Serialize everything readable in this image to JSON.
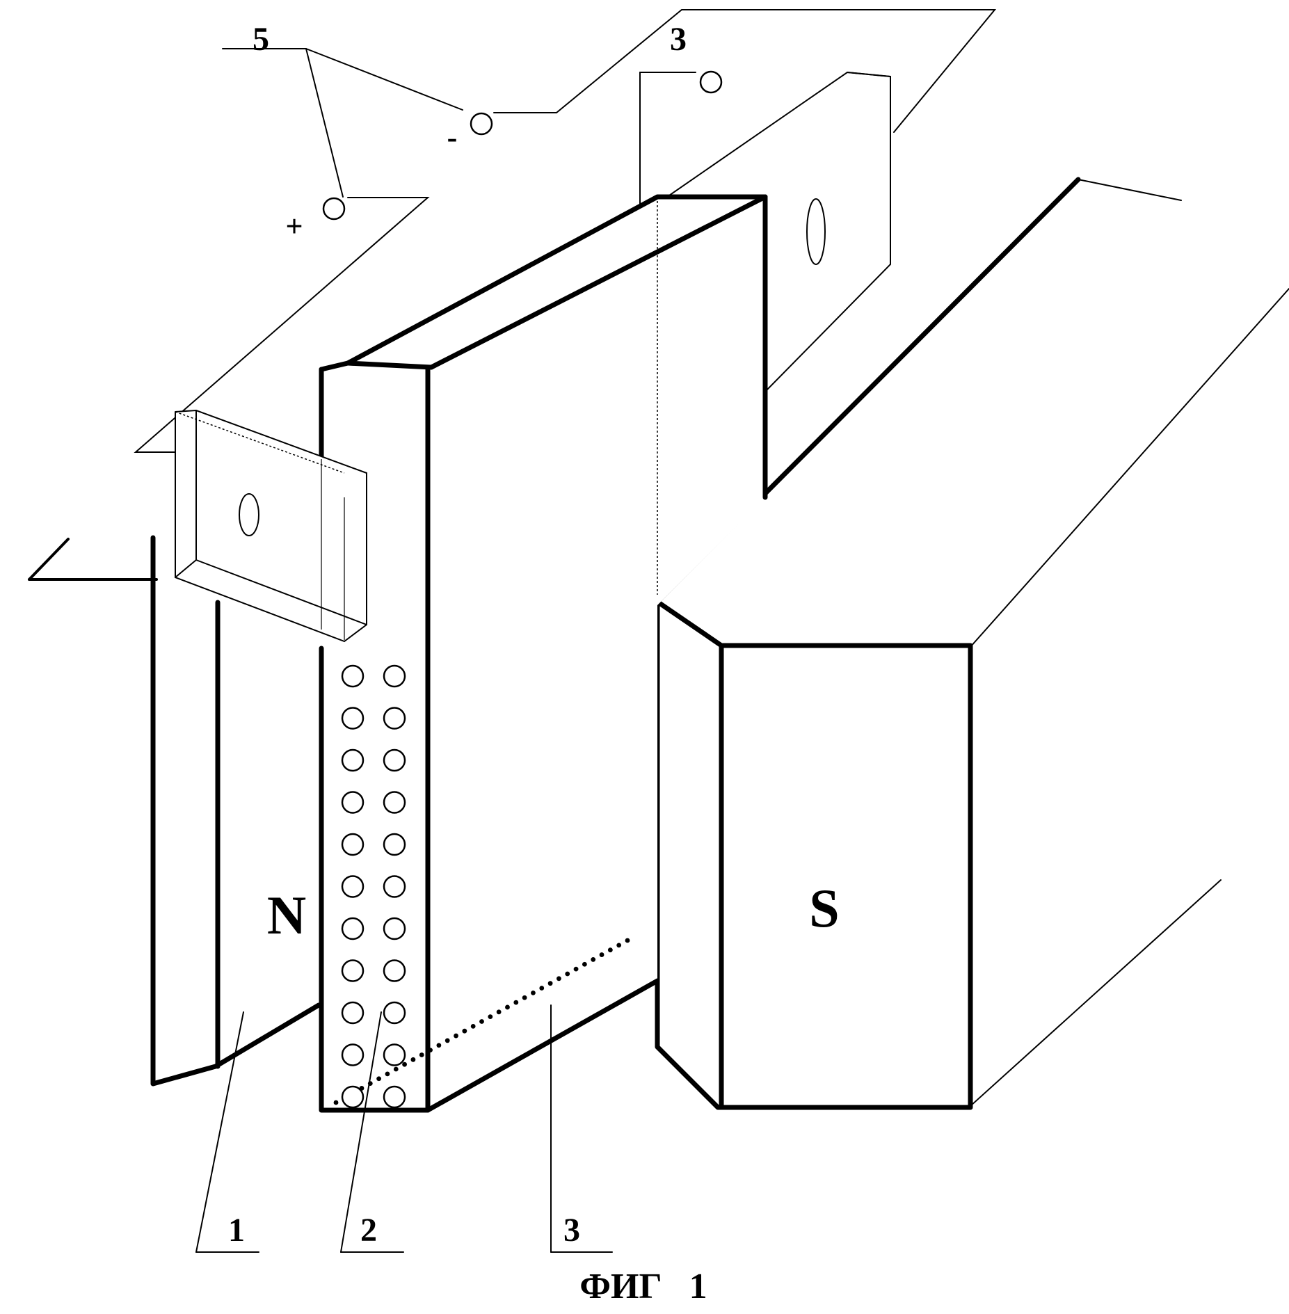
{
  "diagram": {
    "pole_north_label": "N",
    "pole_south_label": "S",
    "terminal_group_label": "5",
    "terminal_plus_sign": "+",
    "terminal_minus_sign": "-",
    "top_electrode_label": "3",
    "callout_magnet_label": "1",
    "callout_channel_label": "2",
    "callout_electrode_label": "3",
    "caption": "ФИГ   1",
    "conductor_dot_rows": 11,
    "conductor_dot_columns": 2
  }
}
